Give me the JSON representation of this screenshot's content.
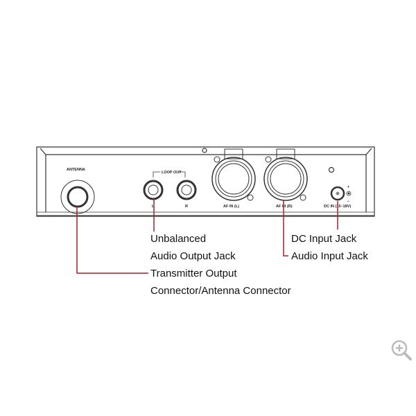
{
  "device": {
    "antenna_label": "ANTENNA",
    "loop_out_label": "LOOP OUT",
    "left_label": "L",
    "right_label": "R",
    "af_in_left_label": "AF IN (L)",
    "af_in_right_label": "AF IN (R)",
    "dc_in_label": "DC IN (15~18V)",
    "plus": "+",
    "minus": "−"
  },
  "callouts": {
    "unbalanced_1": "Unbalanced",
    "unbalanced_2": "Audio Output Jack",
    "transmitter_1": "Transmitter Output",
    "transmitter_2": "Connector/Antenna Connector",
    "dc_input": "DC Input Jack",
    "audio_input": "Audio Input Jack"
  },
  "colors": {
    "leader": "#a3212e"
  },
  "zoom_icon": "zoom-in-icon"
}
